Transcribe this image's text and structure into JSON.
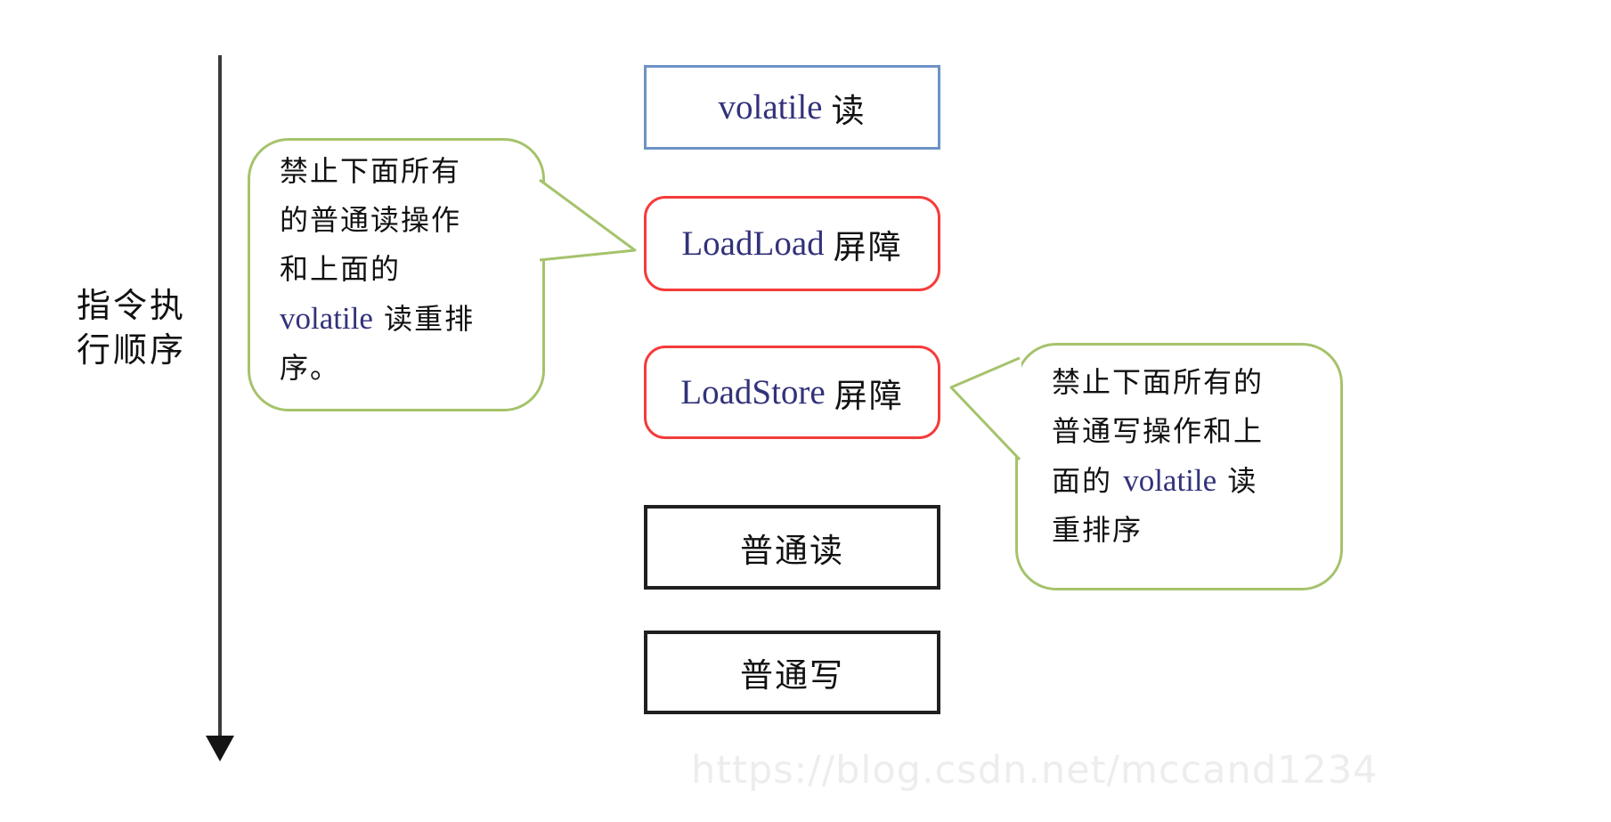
{
  "arrow_label": {
    "line1": "指令执",
    "line2": "行顺序"
  },
  "boxes": {
    "volatile_read": {
      "en": "volatile",
      "zh": "读"
    },
    "loadload": {
      "en": "LoadLoad",
      "zh": "屏障"
    },
    "loadstore": {
      "en": "LoadStore",
      "zh": "屏障"
    },
    "plain_read": {
      "zh": "普通读"
    },
    "plain_write": {
      "zh": "普通写"
    }
  },
  "left_bubble": {
    "line1": "禁止下面所有",
    "line2": "的普通读操作",
    "line3": "和上面的",
    "line4_en": "volatile",
    "line4_zh": "读重排",
    "line5": "序。"
  },
  "right_bubble": {
    "line1": "禁止下面所有的",
    "line2": "普通写操作和上",
    "line3_pre": "面的",
    "line3_en": "volatile",
    "line3_post": "读",
    "line4": "重排序"
  },
  "watermark": "https://blog.csdn.net/mccand1234",
  "colors": {
    "blue_border": "#6c92c4",
    "red_border": "#f53b3b",
    "black_border": "#1f1f1f",
    "green_border": "#a5c36b",
    "english_text": "#32327a",
    "text": "#111111",
    "watermark": "#ededed"
  }
}
